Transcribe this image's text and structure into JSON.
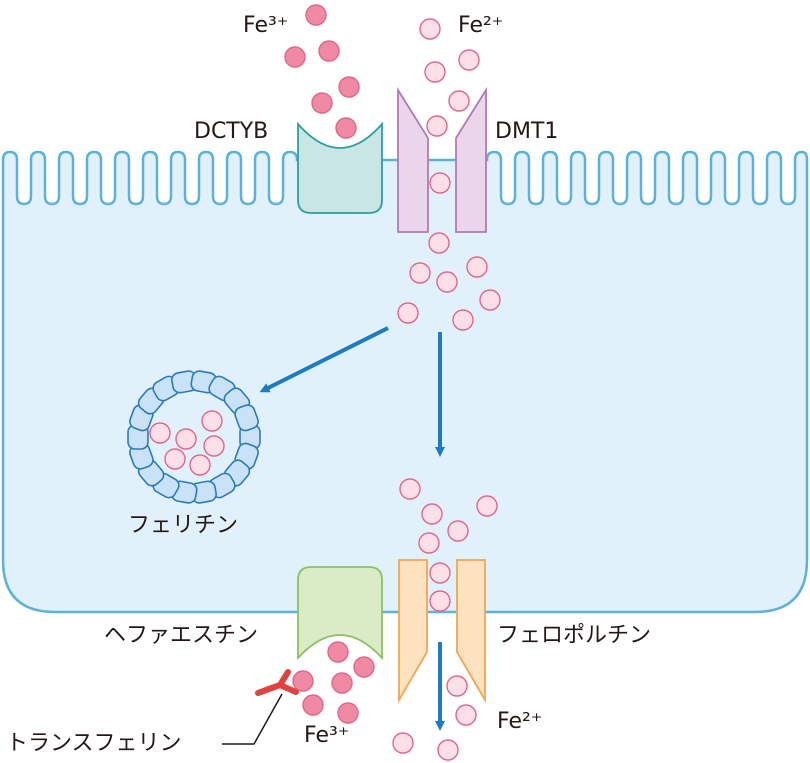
{
  "labels": {
    "fe3_top": "Fe³⁺",
    "fe2_top": "Fe²⁺",
    "dctyb": "DCTYB",
    "dmt1": "DMT1",
    "ferritin": "フェリチン",
    "hephaestin": "ヘファエスチン",
    "ferroportin": "フェロポルチン",
    "transferrin": "トランスフェリン",
    "fe3_bottom": "Fe³⁺",
    "fe2_bottom": "Fe²⁺"
  },
  "colors": {
    "cell_fill": "#e1f1fb",
    "cell_stroke": "#5cb2dc",
    "fe3_fill": "#f08aa4",
    "fe2_fill": "#fde0e7",
    "ion_stroke": "#e2668a",
    "dctyb_fill": "#c7e6e4",
    "dctyb_stroke": "#2ca09e",
    "dmt1_fill": "#ead5ea",
    "dmt1_stroke": "#b07ab5",
    "ferritin_fill": "#c9e2f5",
    "ferritin_stroke": "#2a7bbd",
    "hephaestin_fill": "#d9ecc5",
    "hephaestin_stroke": "#8cc063",
    "ferroportin_fill": "#fde2c0",
    "ferroportin_stroke": "#f0a653",
    "arrow": "#1d7bc5",
    "transferrin": "#e2423f"
  }
}
